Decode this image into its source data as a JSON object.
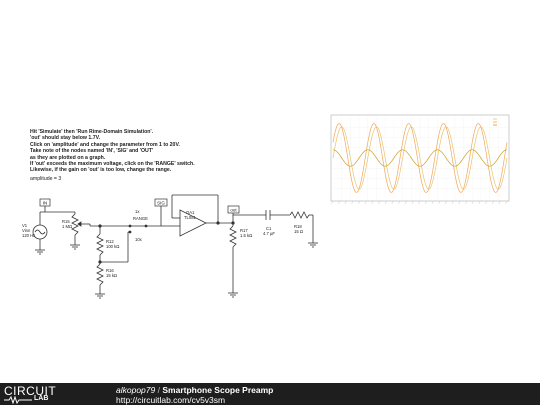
{
  "instructions": {
    "lines": [
      "Hit 'Simulate' then 'Run Rime-Domain Simulation'.",
      "'out' should stay below 1.7V.",
      "Click on 'amplitude' and change the parameter from 1 to 20V.",
      "Take note of the nodes named 'IN', 'SIG' and 'OUT'",
      "as they are plotted on a graph.",
      "If 'out' exceeds the maximum voltage, click on the 'RANGE' switch.",
      "Likewise, if the gain on 'out' is too low, change the range."
    ],
    "parameter": "amplitude = 3"
  },
  "schematic": {
    "node_in": "IN",
    "node_sig": "SIG",
    "node_out": "out",
    "v1_name": "V1",
    "v1_value": "Vinn",
    "v1_freq": "120 Hz",
    "r15_name": "R15",
    "r15_value": "1 MΩ",
    "r12_name": "R12",
    "r12_value": "100 kΩ",
    "r16_name": "R16",
    "r16_value": "15 kΩ",
    "switch_name": "RANGE",
    "switch_pos1": "1x",
    "switch_pos2": "10x",
    "opamp_name": "OA1",
    "opamp_model": "TL081",
    "r17_name": "R17",
    "r17_value": "1.5 kΩ",
    "c1_name": "C1",
    "c1_value": "4.7 µF",
    "r18_name": "R18",
    "r18_value": "15 Ω"
  },
  "chart_data": {
    "type": "line",
    "x_periods": 5,
    "series": [
      {
        "role": "IN",
        "color": "#e9c46a"
      },
      {
        "role": "SIG",
        "color": "#f2a65a"
      },
      {
        "role": "OUT",
        "color": "#c9a227"
      }
    ],
    "legend_position": "top-right",
    "grid": true
  },
  "footer": {
    "logo_top": "CIRCUIT",
    "logo_bottom": "LAB",
    "author": "alkopop79",
    "separator": "/",
    "title": "Smartphone Scope Preamp",
    "url": "http://circuitlab.com/cv5v3sm"
  }
}
